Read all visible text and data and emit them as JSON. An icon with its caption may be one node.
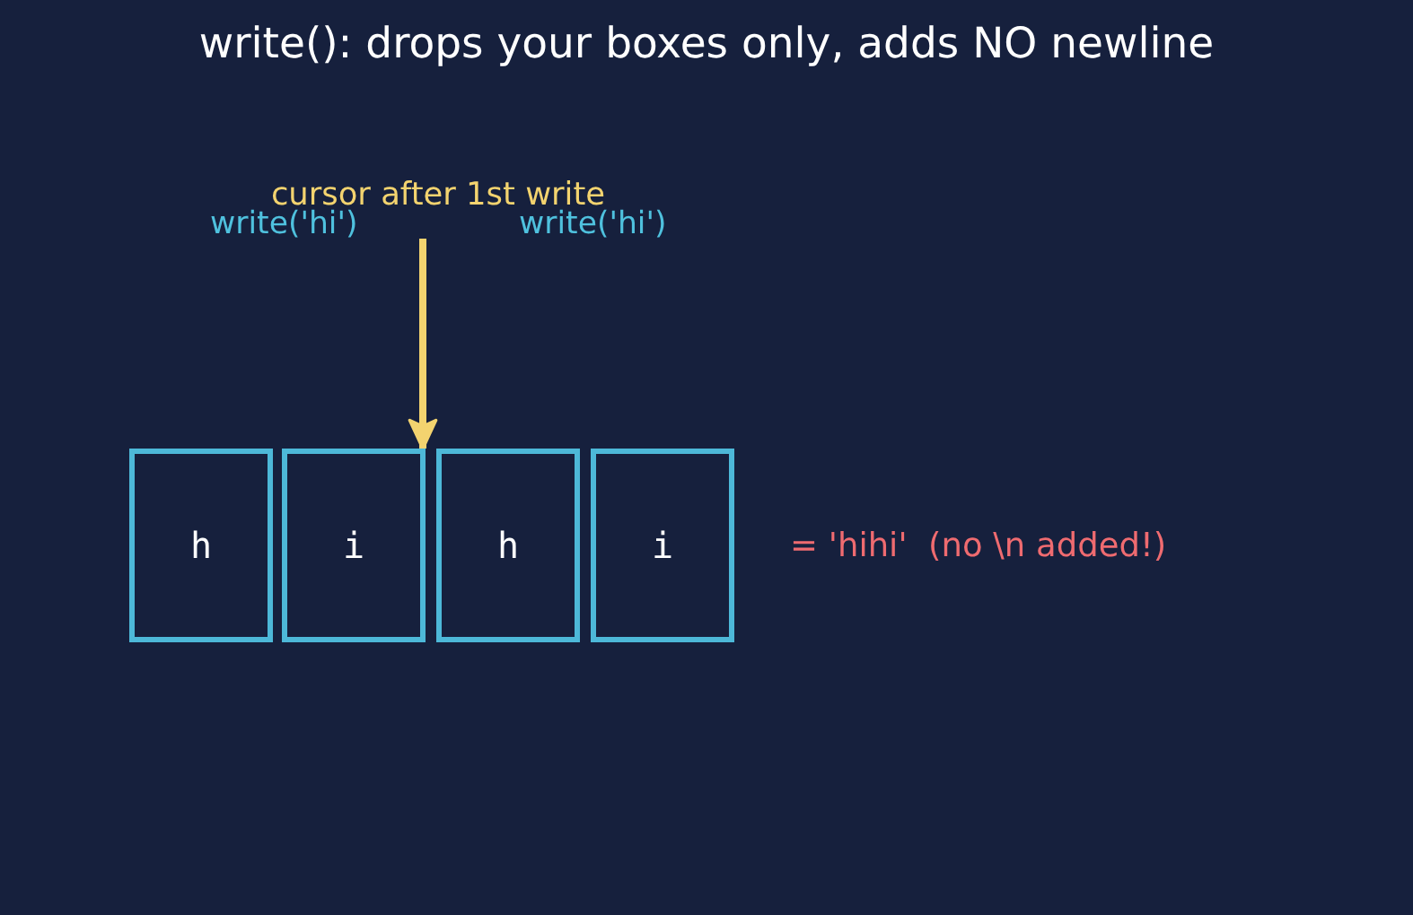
{
  "diagram": {
    "title": "write(): drops your boxes only, adds NO newline",
    "nodes": [
      {
        "text": [
          "cursor after 1st write"
        ]
      },
      {
        "text": [
          "h"
        ]
      },
      {
        "text": [
          "i"
        ]
      },
      {
        "text": [
          "h"
        ]
      },
      {
        "text": [
          "i"
        ]
      }
    ],
    "edges": [
      {
        "from": 0,
        "to": 2,
        "arrow": "to"
      }
    ],
    "labels": [
      "write('hi')",
      "write('hi')",
      "= 'hihi'  (no \\n added!)"
    ]
  }
}
